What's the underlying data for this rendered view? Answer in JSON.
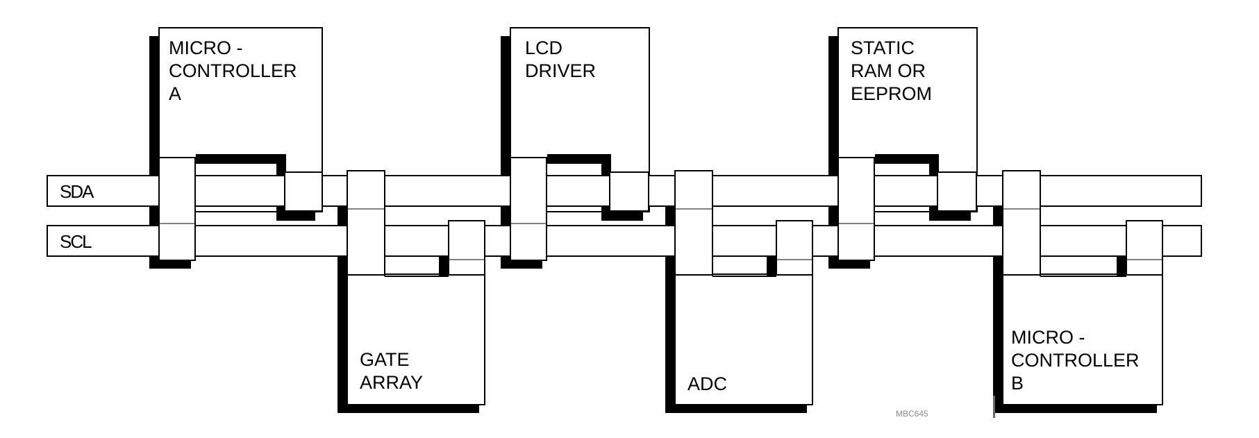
{
  "buses": {
    "sda": "SDA",
    "scl": "SCL"
  },
  "devices": {
    "micro_controller_a": {
      "lines": [
        "MICRO -",
        "CONTROLLER",
        "A"
      ]
    },
    "lcd_driver": {
      "lines": [
        "LCD",
        "DRIVER"
      ]
    },
    "static_ram": {
      "lines": [
        "STATIC",
        "RAM OR",
        "EEPROM"
      ]
    },
    "gate_array": {
      "lines": [
        "GATE",
        "ARRAY"
      ]
    },
    "adc": {
      "lines": [
        "ADC"
      ]
    },
    "micro_controller_b": {
      "lines": [
        "MICRO -",
        "CONTROLLER",
        "B"
      ]
    }
  },
  "figure_code": "MBC645"
}
